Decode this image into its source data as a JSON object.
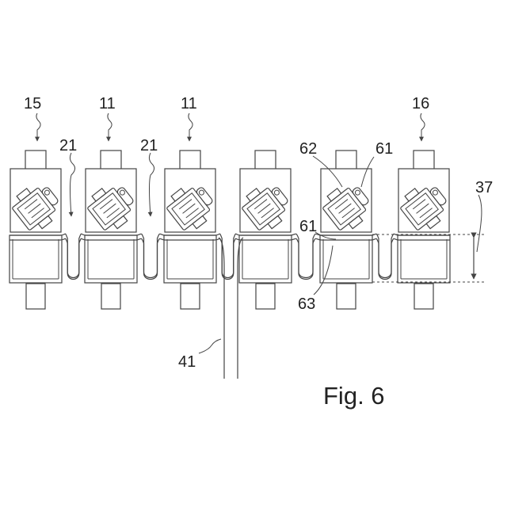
{
  "figure": {
    "caption": "Fig. 6",
    "labels": {
      "l15": "15",
      "l11a": "11",
      "l11b": "11",
      "l16": "16",
      "l21a": "21",
      "l21b": "21",
      "l62": "62",
      "l61a": "61",
      "l61b": "61",
      "l37": "37",
      "l63": "63",
      "l41": "41"
    }
  }
}
